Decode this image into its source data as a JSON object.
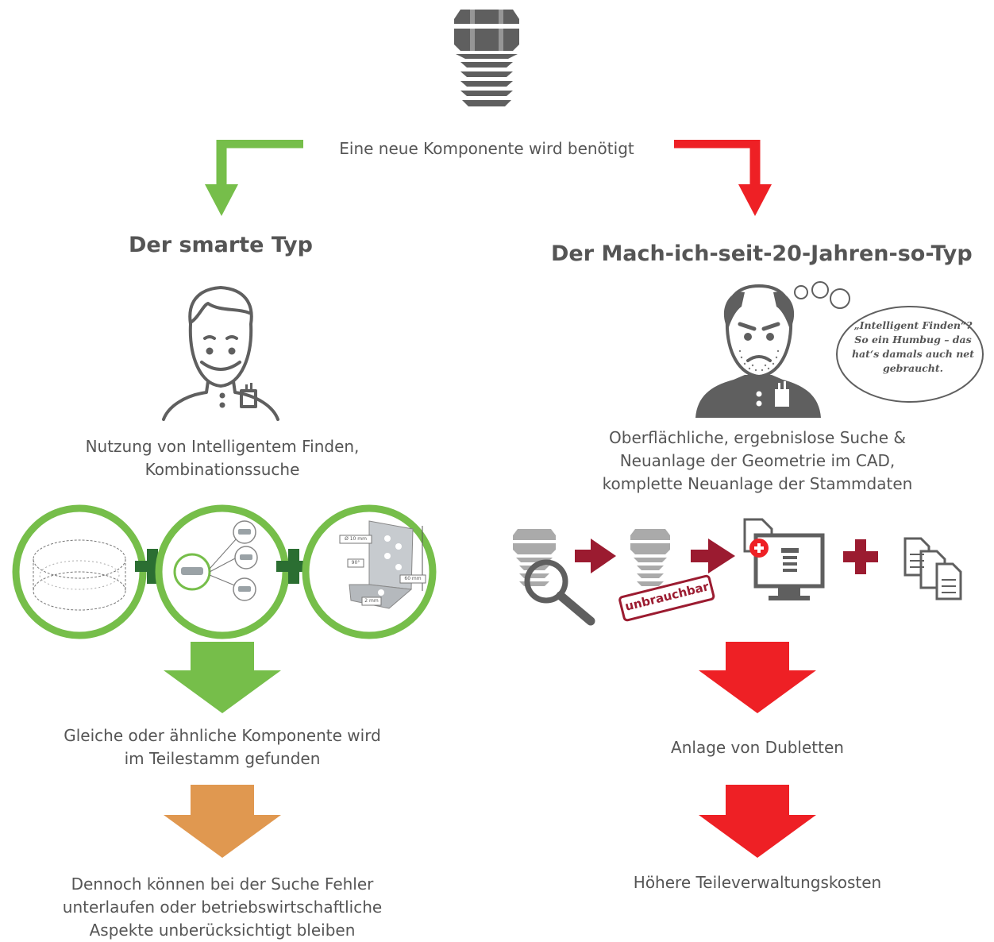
{
  "top": {
    "title": "Eine neue Komponente wird benötigt"
  },
  "left": {
    "heading": "Der smarte Typ",
    "desc_line1": "Nutzung von Intelligentem Finden,",
    "desc_line2": "Kombinationssuche",
    "result_line1": "Gleiche oder ähnliche Komponente wird",
    "result_line2": "im Teilestamm gefunden",
    "note_line1": "Dennoch können bei der Suche Fehler",
    "note_line2": "unterlaufen oder betriebswirtschaftliche",
    "note_line3": "Aspekte unberücksichtigt bleiben",
    "circle3_dim1": "Ø 10 mm",
    "circle3_dim2": "90°",
    "circle3_dim3": "60 mm",
    "circle3_dim4": "2 mm"
  },
  "right": {
    "heading": "Der Mach-ich-seit-20-Jahren-so-Typ",
    "thought_line1": "„Intelligent Finden“?",
    "thought_line2": "So ein Humbug – das",
    "thought_line3": "hat‘s damals auch net",
    "thought_line4": "gebraucht.",
    "desc_line1": "Oberflächliche, ergebnislose Suche &",
    "desc_line2": "Neuanlage der Geometrie im CAD,",
    "desc_line3": "komplette Neuanlage der Stammdaten",
    "stamp": "unbrauchbar",
    "result": "Anlage von Dubletten",
    "cost": "Höhere Teileverwaltungskosten"
  },
  "colors": {
    "green": "#76be4a",
    "dark_green": "#2b6e32",
    "red": "#ee2025",
    "dark_red": "#9b1b30",
    "orange": "#e09850",
    "gray": "#5f5f5f"
  }
}
